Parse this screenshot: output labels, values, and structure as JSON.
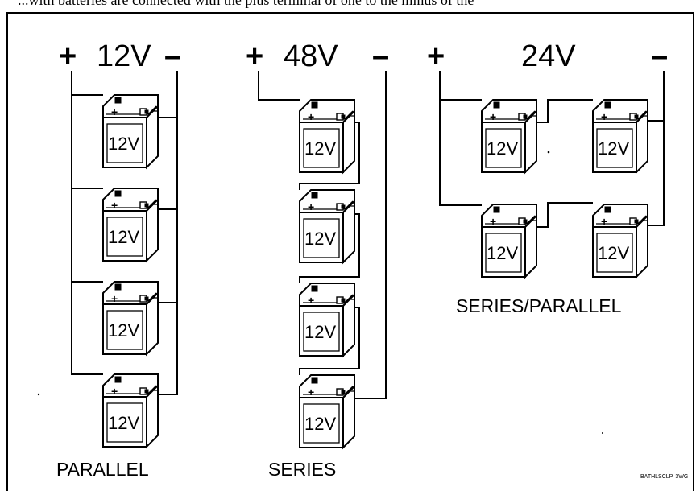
{
  "header_fragment": "...with batteries are connected with the plus terminal of one to the minus of the",
  "plus_symbol": "+",
  "minus_symbol": "–",
  "battery_plus": "+",
  "battery_label": "12V",
  "groups": {
    "parallel": {
      "voltage": "12V",
      "label": "PARALLEL"
    },
    "series": {
      "voltage": "48V",
      "label": "SERIES"
    },
    "series_parallel": {
      "voltage": "24V",
      "label": "SERIES/PARALLEL"
    }
  },
  "file_label": "BATHLSCLP. 3WG"
}
